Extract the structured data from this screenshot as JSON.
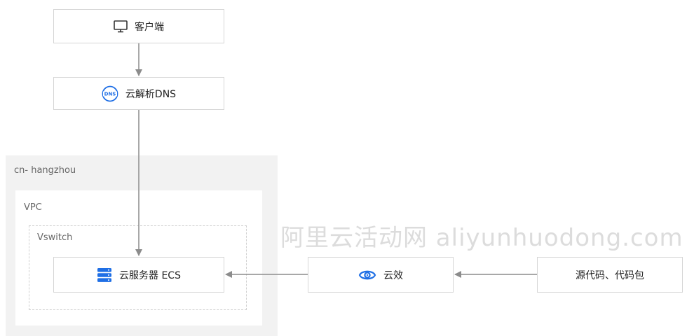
{
  "nodes": {
    "client": {
      "label": "客户端",
      "icon": "monitor-icon"
    },
    "dns": {
      "label": "云解析DNS",
      "icon": "dns-icon"
    },
    "ecs": {
      "label": "云服务器 ECS",
      "icon": "server-icon"
    },
    "yunxiao": {
      "label": "云效",
      "icon": "yunxiao-icon"
    },
    "source": {
      "label": "源代码、代码包"
    }
  },
  "groups": {
    "region": "cn- hangzhou",
    "vpc": "VPC",
    "vswitch": "Vswitch"
  },
  "watermark": "阿里云活动网 aliyunhuodong.com",
  "colors": {
    "accent": "#1f6fe5",
    "edge": "#8c8c8c",
    "region_bg": "#f2f2f2"
  }
}
